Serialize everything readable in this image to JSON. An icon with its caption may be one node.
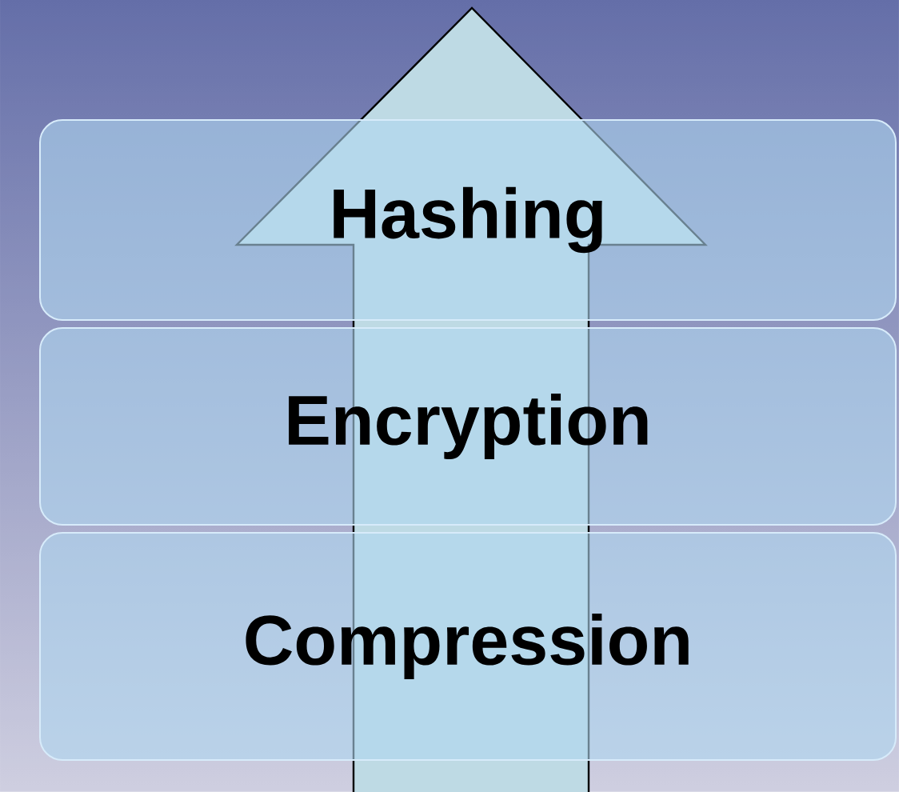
{
  "diagram": {
    "nodes": [
      {
        "text": [
          "Hashing"
        ]
      },
      {
        "text": [
          "Encryption"
        ]
      },
      {
        "text": [
          "Compression"
        ]
      }
    ]
  }
}
